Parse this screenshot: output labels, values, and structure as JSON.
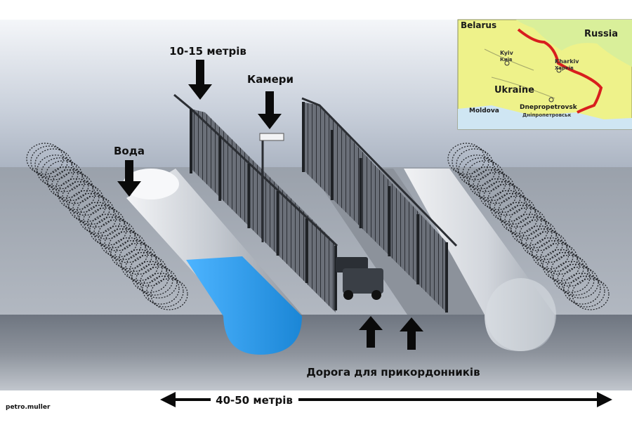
{
  "labels": {
    "height": "10-15 метрів",
    "cameras": "Камери",
    "water": "Вода",
    "road": "Дорога для прикордонників",
    "width": "40-50 метрів",
    "credit": "petro.muller"
  },
  "map": {
    "belarus": "Belarus",
    "russia": "Russia",
    "ukraine": "Ukraine",
    "moldova": "Moldova",
    "kyiv": "Kyiv",
    "kyiv_local": "Київ",
    "kharkiv": "Kharkiv",
    "kharkiv_local": "Харків",
    "dnipro": "Dnepropetrovsk",
    "dnipro_local": "Дніпропетровськ"
  },
  "colors": {
    "water": "#2f9fe6",
    "map_land": "#eef28a",
    "border_line": "#d81e1e"
  }
}
